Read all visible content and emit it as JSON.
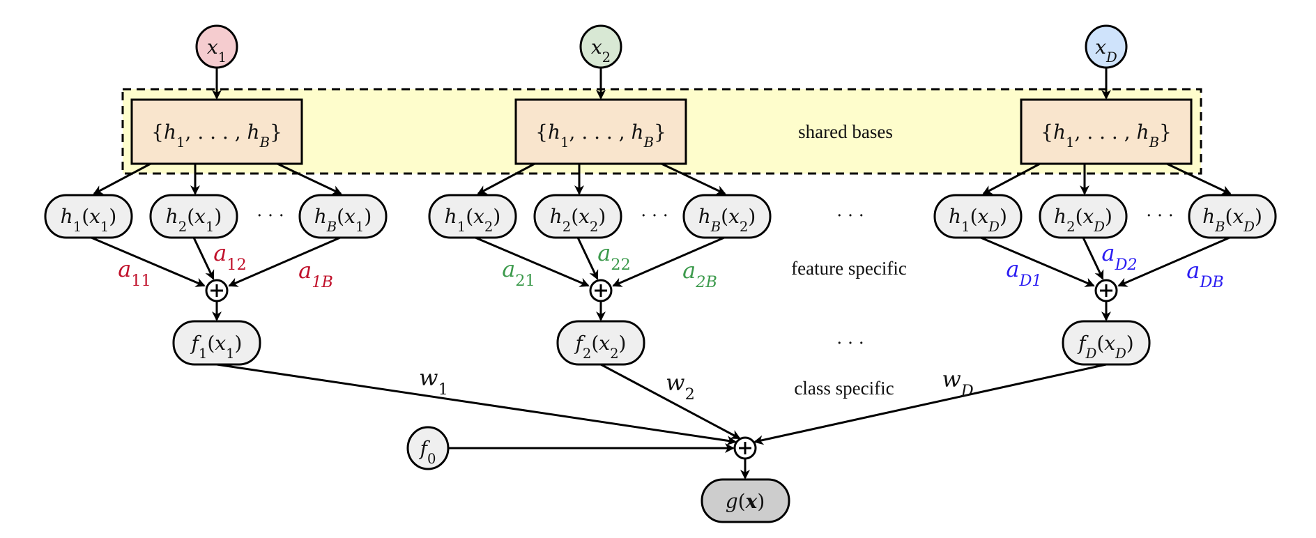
{
  "diagram": {
    "colors": {
      "input_1": "#f5cccf",
      "input_2": "#d8e8d4",
      "input_D": "#cfe3fb",
      "shared_region_fill": "#fefdcc",
      "bases_box_fill": "#f9e5cd",
      "basis_node_fill": "#efefef",
      "output_node_fill": "#cdcdcd",
      "coef_1": "#c0102a",
      "coef_2": "#3c9a4c",
      "coef_D": "#2a1cf2"
    },
    "inputs": [
      {
        "base": "x",
        "sub": "1"
      },
      {
        "base": "x",
        "sub": "2"
      },
      {
        "base": "x",
        "sub": "D"
      }
    ],
    "bases_box_label": {
      "open": "{",
      "h1": "h",
      "h1_sub": "1",
      "sep": ", . . . , ",
      "hB": "h",
      "hB_sub": "B",
      "close": "}"
    },
    "region_labels": {
      "shared": "shared bases",
      "feature": "feature specific",
      "class": "class specific"
    },
    "ellipsis": "· · ·",
    "columns": [
      {
        "basis_nodes": [
          {
            "fn": "h",
            "fn_sub": "1",
            "arg": "x",
            "arg_sub": "1"
          },
          {
            "fn": "h",
            "fn_sub": "2",
            "arg": "x",
            "arg_sub": "1"
          },
          {
            "fn": "h",
            "fn_sub": "B",
            "arg": "x",
            "arg_sub": "1"
          }
        ],
        "coefficients": [
          {
            "base": "a",
            "sub": "11"
          },
          {
            "base": "a",
            "sub": "12"
          },
          {
            "base": "a",
            "sub": "1B"
          }
        ],
        "shape_fn": {
          "fn": "f",
          "fn_sub": "1",
          "arg": "x",
          "arg_sub": "1"
        },
        "weight": {
          "base": "w",
          "sub": "1"
        }
      },
      {
        "basis_nodes": [
          {
            "fn": "h",
            "fn_sub": "1",
            "arg": "x",
            "arg_sub": "2"
          },
          {
            "fn": "h",
            "fn_sub": "2",
            "arg": "x",
            "arg_sub": "2"
          },
          {
            "fn": "h",
            "fn_sub": "B",
            "arg": "x",
            "arg_sub": "2"
          }
        ],
        "coefficients": [
          {
            "base": "a",
            "sub": "21"
          },
          {
            "base": "a",
            "sub": "22"
          },
          {
            "base": "a",
            "sub": "2B"
          }
        ],
        "shape_fn": {
          "fn": "f",
          "fn_sub": "2",
          "arg": "x",
          "arg_sub": "2"
        },
        "weight": {
          "base": "w",
          "sub": "2"
        }
      },
      {
        "basis_nodes": [
          {
            "fn": "h",
            "fn_sub": "1",
            "arg": "x",
            "arg_sub": "D"
          },
          {
            "fn": "h",
            "fn_sub": "2",
            "arg": "x",
            "arg_sub": "D"
          },
          {
            "fn": "h",
            "fn_sub": "B",
            "arg": "x",
            "arg_sub": "D"
          }
        ],
        "coefficients": [
          {
            "base": "a",
            "sub": "D1"
          },
          {
            "base": "a",
            "sub": "D2"
          },
          {
            "base": "a",
            "sub": "DB"
          }
        ],
        "shape_fn": {
          "fn": "f",
          "fn_sub": "D",
          "arg": "x",
          "arg_sub": "D"
        },
        "weight": {
          "base": "w",
          "sub": "D"
        }
      }
    ],
    "bias": {
      "base": "f",
      "sub": "0"
    },
    "sum_symbol": "+",
    "output": {
      "fn": "g",
      "open": "(",
      "arg": "x",
      "close": ")"
    }
  }
}
